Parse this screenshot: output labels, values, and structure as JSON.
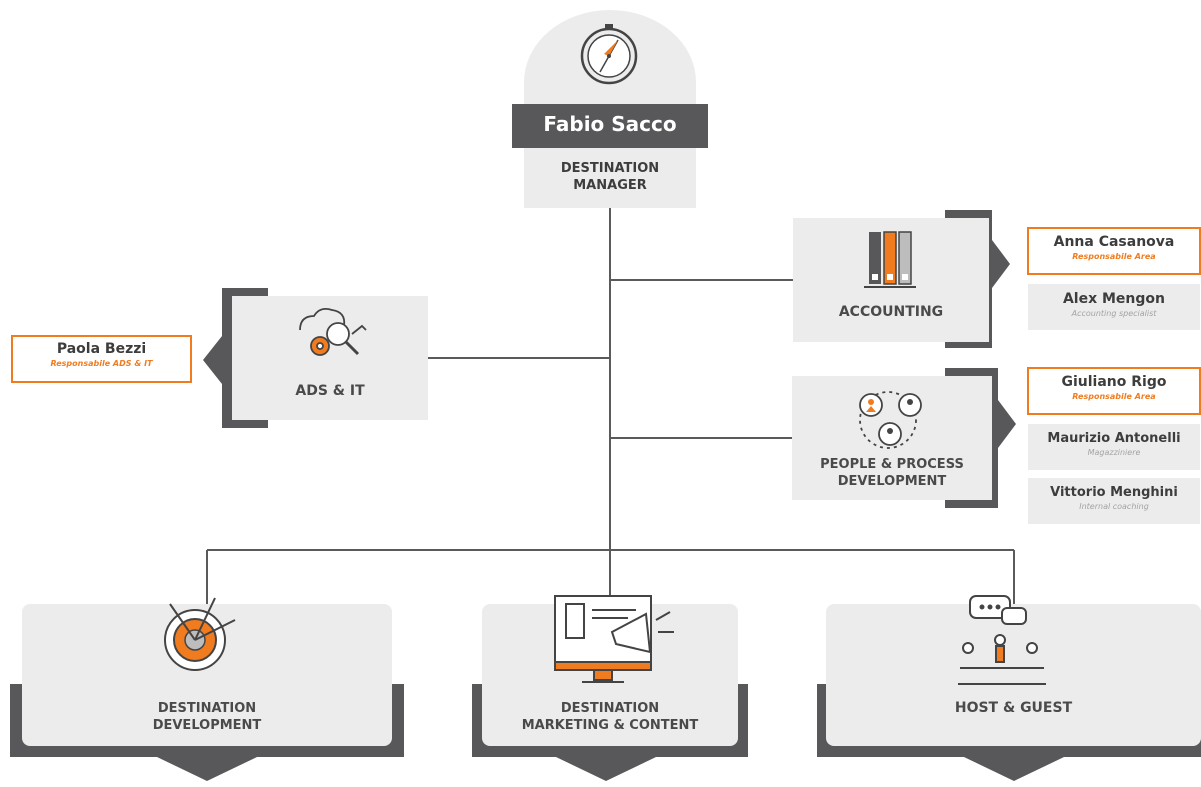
{
  "manager": {
    "name": "Fabio Sacco",
    "title_line1": "DESTINATION",
    "title_line2": "MANAGER"
  },
  "departments": {
    "accounting": {
      "label": "ACCOUNTING"
    },
    "ads_it": {
      "label": "ADS & IT"
    },
    "people": {
      "label_line1": "PEOPLE & PROCESS",
      "label_line2": "DEVELOPMENT"
    },
    "dest_dev": {
      "label_line1": "DESTINATION",
      "label_line2": "DEVELOPMENT"
    },
    "dest_mkt": {
      "label_line1": "DESTINATION",
      "label_line2": "MARKETING & CONTENT"
    },
    "host_guest": {
      "label": "HOST & GUEST"
    }
  },
  "people": {
    "paola": {
      "name": "Paola Bezzi",
      "role": "Responsabile ADS & IT"
    },
    "anna": {
      "name": "Anna Casanova",
      "role": "Responsabile Area"
    },
    "alex": {
      "name": "Alex Mengon",
      "role": "Accounting specialist"
    },
    "giuliano": {
      "name": "Giuliano Rigo",
      "role": "Responsabile Area"
    },
    "maurizio": {
      "name": "Maurizio Antonelli",
      "role": "Magazziniere"
    },
    "vittorio": {
      "name": "Vittorio Menghini",
      "role": "Internal coaching"
    }
  },
  "colors": {
    "orange": "#f07c1f",
    "dark": "#58585a",
    "panel": "#ececec",
    "line": "#5a5a5a"
  }
}
